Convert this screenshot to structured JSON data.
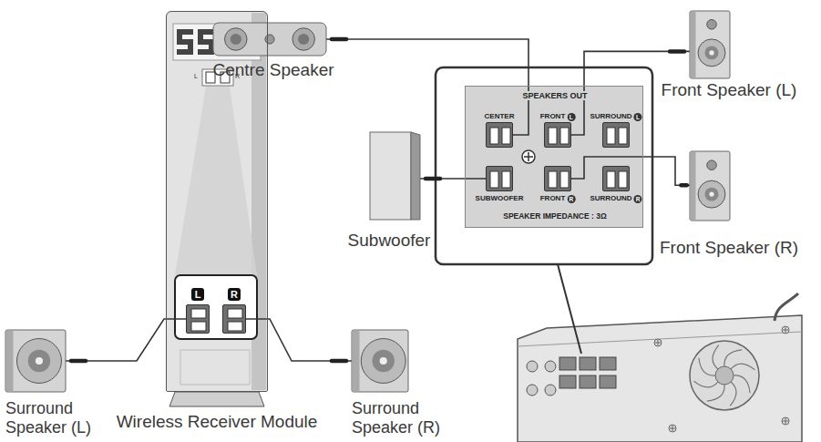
{
  "diagram": {
    "nodes": [
      {
        "text": [
          "Centre Speaker"
        ]
      },
      {
        "text": [
          "Front Speaker (L)"
        ]
      },
      {
        "text": [
          "Subwoofer"
        ]
      },
      {
        "text": [
          "Front Speaker (R)"
        ]
      },
      {
        "text": [
          "SPEAKERS OUT",
          "SPEAKER IMPEDANCE : 3Ω"
        ]
      },
      {
        "text": [
          "CENTER"
        ],
        "in": 4
      },
      {
        "text": [
          "FRONT",
          "L"
        ],
        "in": 4
      },
      {
        "text": [
          "SURROUND",
          "L"
        ],
        "in": 4
      },
      {
        "text": [
          "SUBWOOFER"
        ],
        "in": 4
      },
      {
        "text": [
          "FRONT",
          "R"
        ],
        "in": 4
      },
      {
        "text": [
          "SURROUND",
          "R"
        ],
        "in": 4
      },
      {
        "text": [
          "Wireless Receiver Module"
        ]
      },
      {
        "text": [
          "L"
        ],
        "in": 11
      },
      {
        "text": [
          "R"
        ],
        "in": 11
      },
      {
        "text": [
          "Surround Speaker (L)"
        ]
      },
      {
        "text": [
          "Surround Speaker (R)"
        ]
      }
    ],
    "edges": [
      {
        "from": 0,
        "to": 5,
        "arrow": "none"
      },
      {
        "from": 1,
        "to": 6,
        "arrow": "none"
      },
      {
        "from": 2,
        "to": 8,
        "arrow": "none"
      },
      {
        "from": 3,
        "to": 9,
        "arrow": "none"
      },
      {
        "from": 14,
        "to": 12,
        "arrow": "none"
      },
      {
        "from": 15,
        "to": 13,
        "arrow": "none"
      }
    ],
    "labels": [
      "L",
      "R"
    ]
  }
}
